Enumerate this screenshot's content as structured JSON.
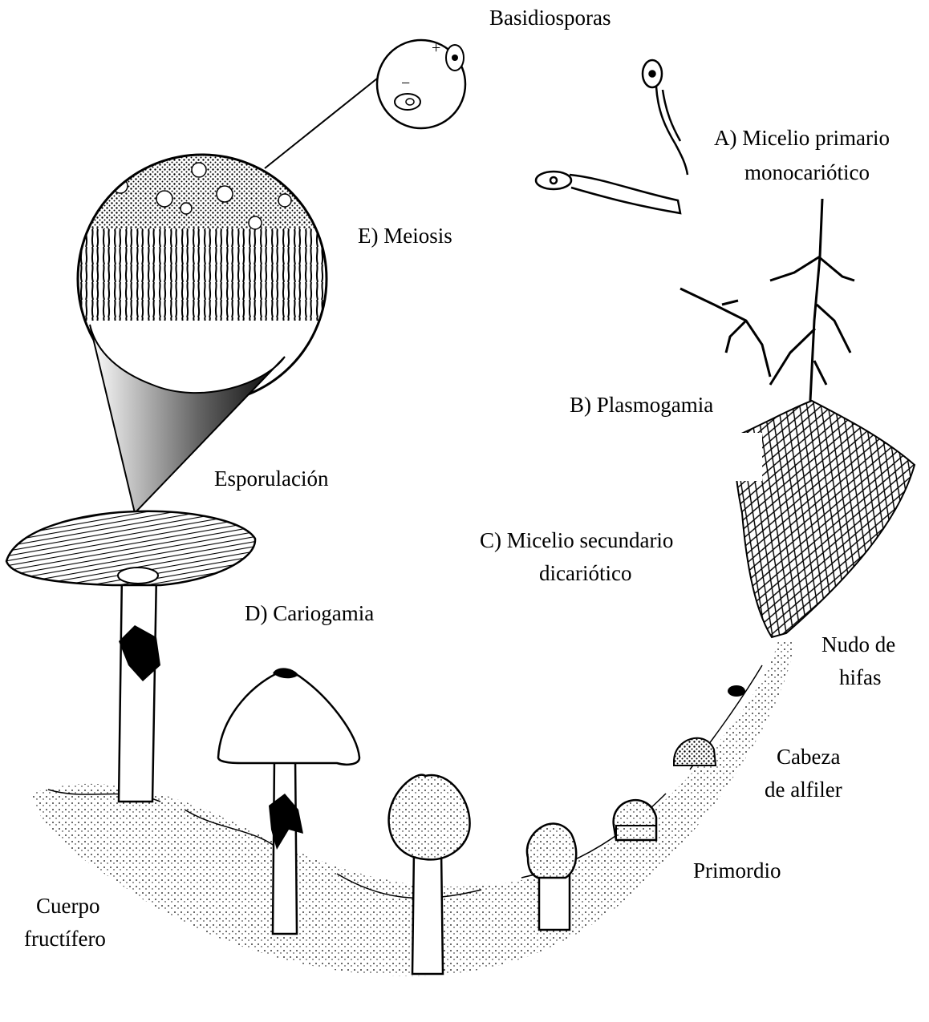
{
  "labels": {
    "basidiosporas": "Basidiosporas",
    "micelio_primario_1": "A) Micelio primario",
    "micelio_primario_2": "monocariótico",
    "meiosis": "E) Meiosis",
    "plasmogamia": "B) Plasmogamia",
    "esporulacion": "Esporulación",
    "micelio_secundario_1": "C) Micelio secundario",
    "micelio_secundario_2": "dicariótico",
    "cariogamia": "D) Cariogamia",
    "nudo_1": "Nudo de",
    "nudo_2": "hifas",
    "cabeza_1": "Cabeza",
    "cabeza_2": "de alfiler",
    "primordio": "Primordio",
    "cuerpo_1": "Cuerpo",
    "cuerpo_2": "fructífero"
  },
  "spore_signs": {
    "plus": "+",
    "minus": "−"
  },
  "colors": {
    "ink": "#000000",
    "paper": "#ffffff"
  }
}
